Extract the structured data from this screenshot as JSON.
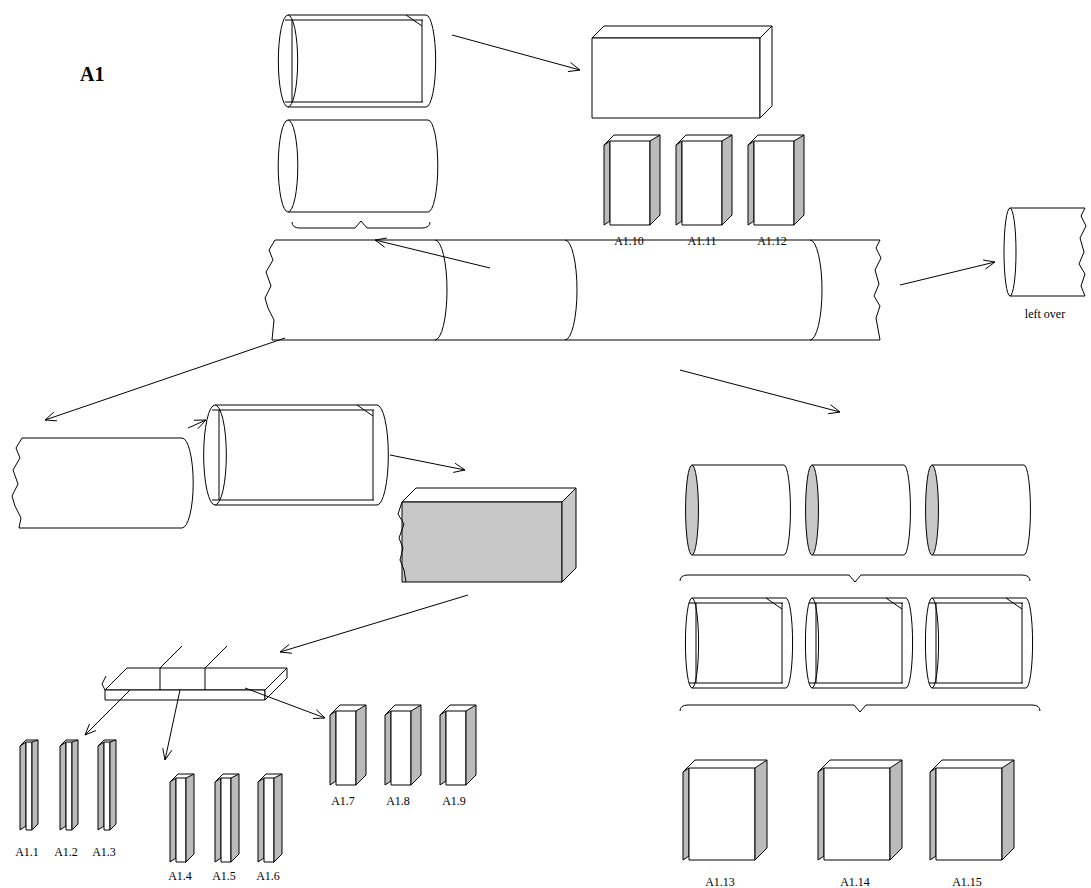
{
  "diagram": {
    "title": "A1",
    "labels": [
      "A1.1",
      "A1.2",
      "A1.3",
      "A1.4",
      "A1.5",
      "A1.6",
      "A1.7",
      "A1.8",
      "A1.9",
      "A1.10",
      "A1.11",
      "A1.12",
      "A1.13",
      "A1.14",
      "A1.15",
      "left over"
    ]
  }
}
